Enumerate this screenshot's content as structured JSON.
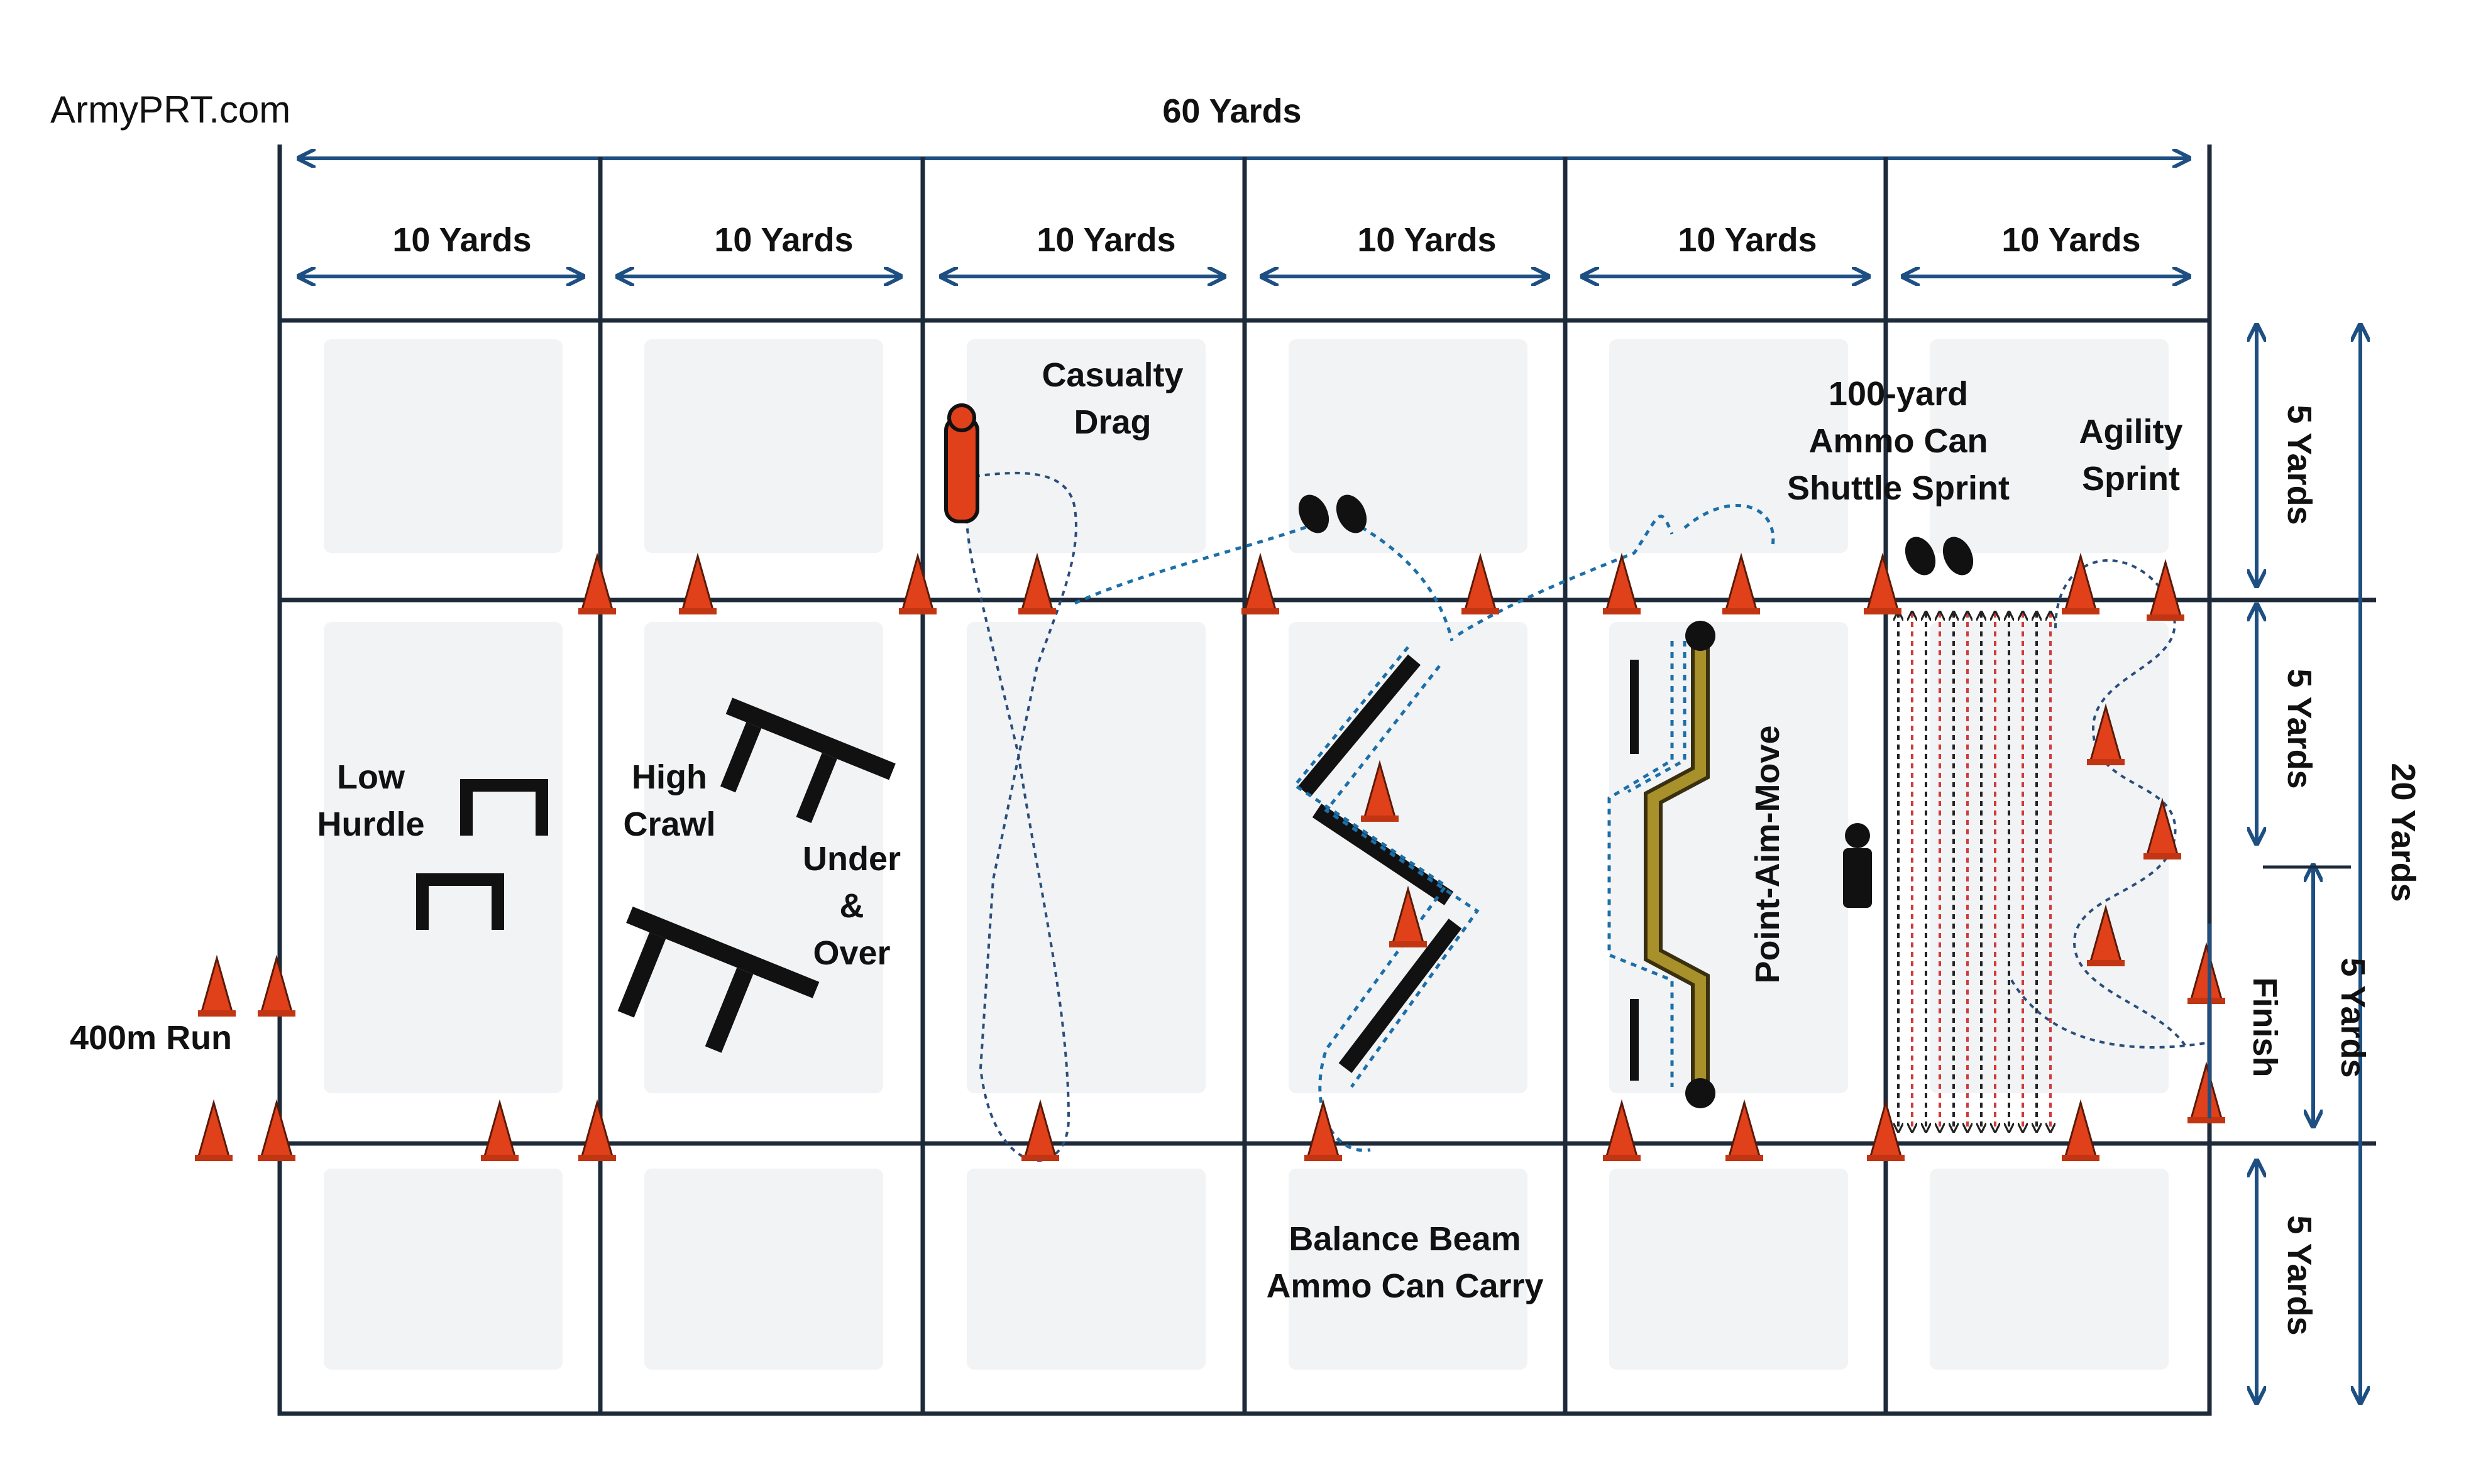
{
  "watermark": "ArmyPRT.com",
  "overall_width": "60 Yards",
  "column_widths": [
    "10 Yards",
    "10 Yards",
    "10 Yards",
    "10 Yards",
    "10 Yards",
    "10 Yards"
  ],
  "depth_total": "20 Yards",
  "depth_segments": [
    "5 Yards",
    "5 Yards",
    "5 Yards",
    "5 Yards"
  ],
  "stations": {
    "start": "400m Run",
    "low_hurdle": [
      "Low",
      "Hurdle"
    ],
    "high_crawl": [
      "High",
      "Crawl"
    ],
    "under_over": [
      "Under",
      "&",
      "Over"
    ],
    "casualty_drag": [
      "Casualty",
      "Drag"
    ],
    "balance_beam": [
      "Balance Beam",
      "Ammo Can Carry"
    ],
    "point_aim_move": "Point-Aim-Move",
    "shuttle_sprint": [
      "100-yard",
      "Ammo Can",
      "Shuttle Sprint"
    ],
    "agility_sprint": [
      "Agility",
      "Sprint"
    ],
    "finish": "Finish"
  },
  "colors": {
    "grid": "#1d2a3a",
    "dimension_arrows": "#1e4f82",
    "route_dashes": "#1c6fa8",
    "cone": "#e0401a",
    "sprint_red": "#d13a3a",
    "beam_fill": "#a8902a"
  }
}
